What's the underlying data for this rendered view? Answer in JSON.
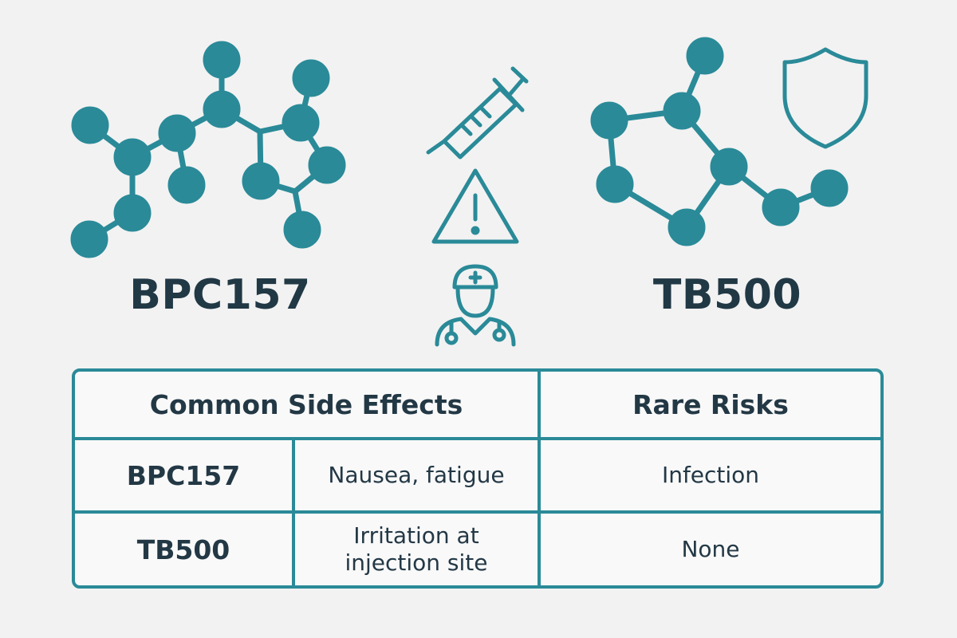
{
  "colors": {
    "accent": "#2a8a98",
    "text": "#213845",
    "background": "#f2f2f2"
  },
  "left_molecule": {
    "label": "BPC157"
  },
  "right_molecule": {
    "label": "TB500"
  },
  "icons": [
    "molecule-icon",
    "syringe-icon",
    "warning-icon",
    "doctor-icon",
    "shield-icon"
  ],
  "table": {
    "headers": {
      "common": "Common Side Effects",
      "rare": "Rare Risks"
    },
    "rows": [
      {
        "name": "BPC157",
        "common": "Nausea, fatigue",
        "rare": "Infection"
      },
      {
        "name": "TB500",
        "common": "Irritation at injection site",
        "rare": "None"
      }
    ]
  }
}
